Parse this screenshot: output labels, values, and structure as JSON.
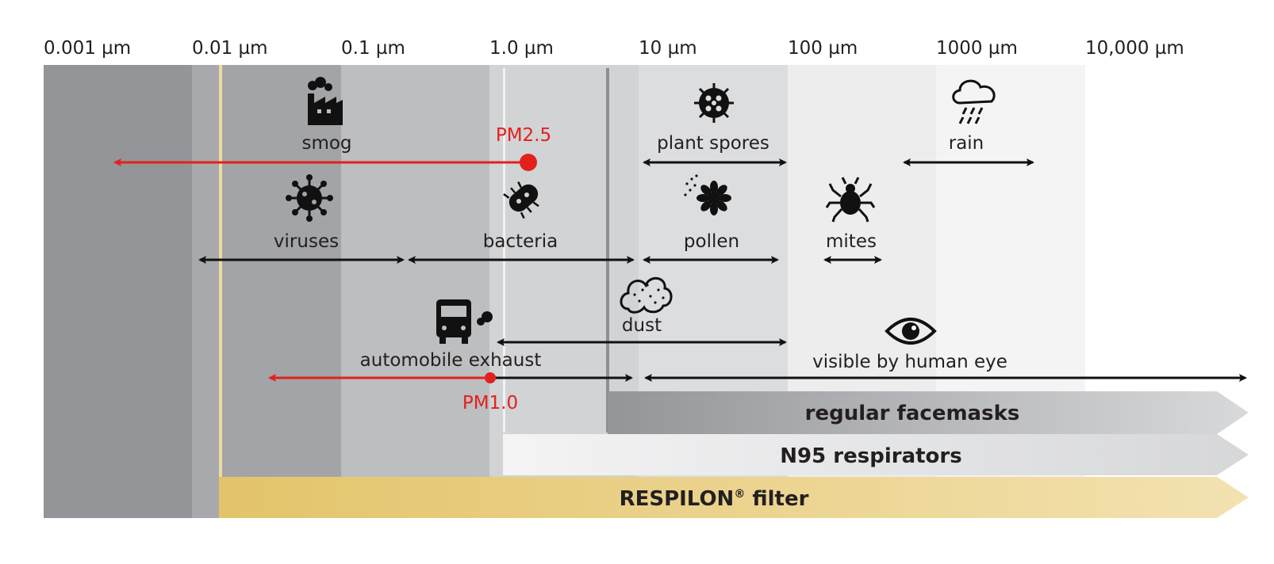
{
  "scale": {
    "ticks": [
      "0.001 µm",
      "0.01 µm",
      "0.1 µm",
      "1.0 µm",
      "10 µm",
      "100 µm",
      "1000 µm",
      "10,000 µm"
    ]
  },
  "particles": [
    {
      "label": "smog",
      "icon": "factory-icon"
    },
    {
      "label": "plant spores",
      "icon": "spore-icon"
    },
    {
      "label": "rain",
      "icon": "rain-cloud-icon"
    },
    {
      "label": "viruses",
      "icon": "virus-icon"
    },
    {
      "label": "bacteria",
      "icon": "bacteria-icon"
    },
    {
      "label": "pollen",
      "icon": "pollen-flower-icon"
    },
    {
      "label": "mites",
      "icon": "mite-icon"
    },
    {
      "label": "dust",
      "icon": "dust-cloud-icon"
    },
    {
      "label": "automobile exhaust",
      "icon": "truck-exhaust-icon"
    },
    {
      "label": "visible by human eye",
      "icon": "eye-icon"
    }
  ],
  "markers": {
    "pm25": "PM2.5",
    "pm10": "PM1.0"
  },
  "filters": {
    "facemask": "regular facemasks",
    "n95": "N95 respirators",
    "respilon_name": "RESPILON",
    "respilon_mark": "®",
    "respilon_suffix": " filter"
  },
  "colors": {
    "band_darkest": "#939598",
    "band_dark": "#a7a9ac",
    "band_mid": "#bcbec0",
    "band_light": "#d1d3d4",
    "band_lighter": "#e6e7e8",
    "band_lightest": "#f1f2f2",
    "accent_red": "#e2211c",
    "respilon_gold": "#e6c66e",
    "respilon_line": "#f0d9a0"
  }
}
